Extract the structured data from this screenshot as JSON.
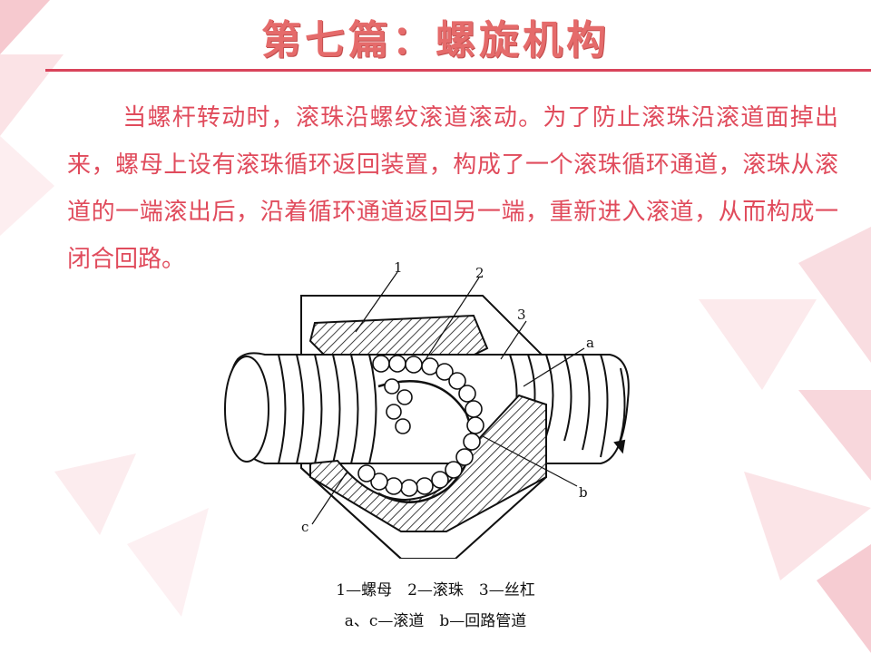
{
  "title": "第七篇：螺旋机构",
  "paragraph": "当螺杆转动时，滚珠沿螺纹滚道滚动。为了防止滚珠沿滚道面掉出来，螺母上设有滚珠循环返回装置，构成了一个滚珠循环通道，滚珠从滚道的一端滚出后，沿着循环通道返回另一端，重新进入滚道，从而构成一闭合回路。",
  "diagram": {
    "label_1": "1",
    "label_2": "2",
    "label_3": "3",
    "label_a": "a",
    "label_b": "b",
    "label_c": "c"
  },
  "legend": {
    "line1": "1—螺母　2—滚珠　3—丝杠",
    "line2": "a、c—滚道　b—回路管道"
  },
  "colors": {
    "title": "#e56b6b",
    "text": "#e04b5c",
    "rule": "#d9435a",
    "bg_shape": "#f7d3d7"
  }
}
